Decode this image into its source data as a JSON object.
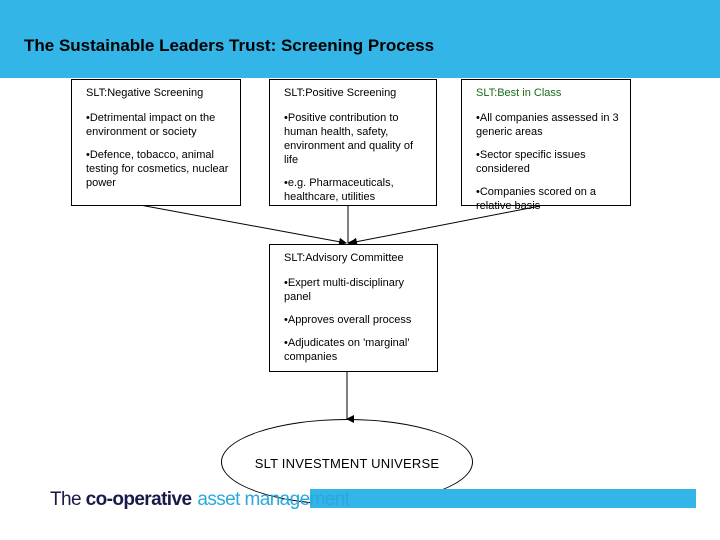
{
  "title": "The Sustainable Leaders Trust: Screening Process",
  "boxes": {
    "negative": {
      "head": "SLT:Negative Screening",
      "bullets": [
        "•Detrimental impact on the environment or society",
        "•Defence, tobacco, animal testing for cosmetics, nuclear power"
      ]
    },
    "positive": {
      "head": "SLT:Positive Screening",
      "bullets": [
        "•Positive contribution to human health, safety, environment and quality of life",
        "•e.g. Pharmaceuticals, healthcare, utilities"
      ]
    },
    "best": {
      "head": "SLT:Best in Class",
      "bullets": [
        "•All companies assessed in 3 generic areas",
        "•Sector specific issues considered",
        "•Companies scored on a relative basis"
      ]
    },
    "advisory": {
      "head": "SLT:Advisory Committee",
      "bullets": [
        "•Expert multi-disciplinary panel",
        "•Approves overall process",
        "•Adjudicates on 'marginal' companies"
      ]
    }
  },
  "universe": "SLT INVESTMENT UNIVERSE",
  "logo": {
    "part1": "The ",
    "part2": "co-operative",
    "part3": "asset management"
  },
  "colors": {
    "accent": "#33b5e8",
    "best_in_class_head": "#1a6b1a"
  }
}
